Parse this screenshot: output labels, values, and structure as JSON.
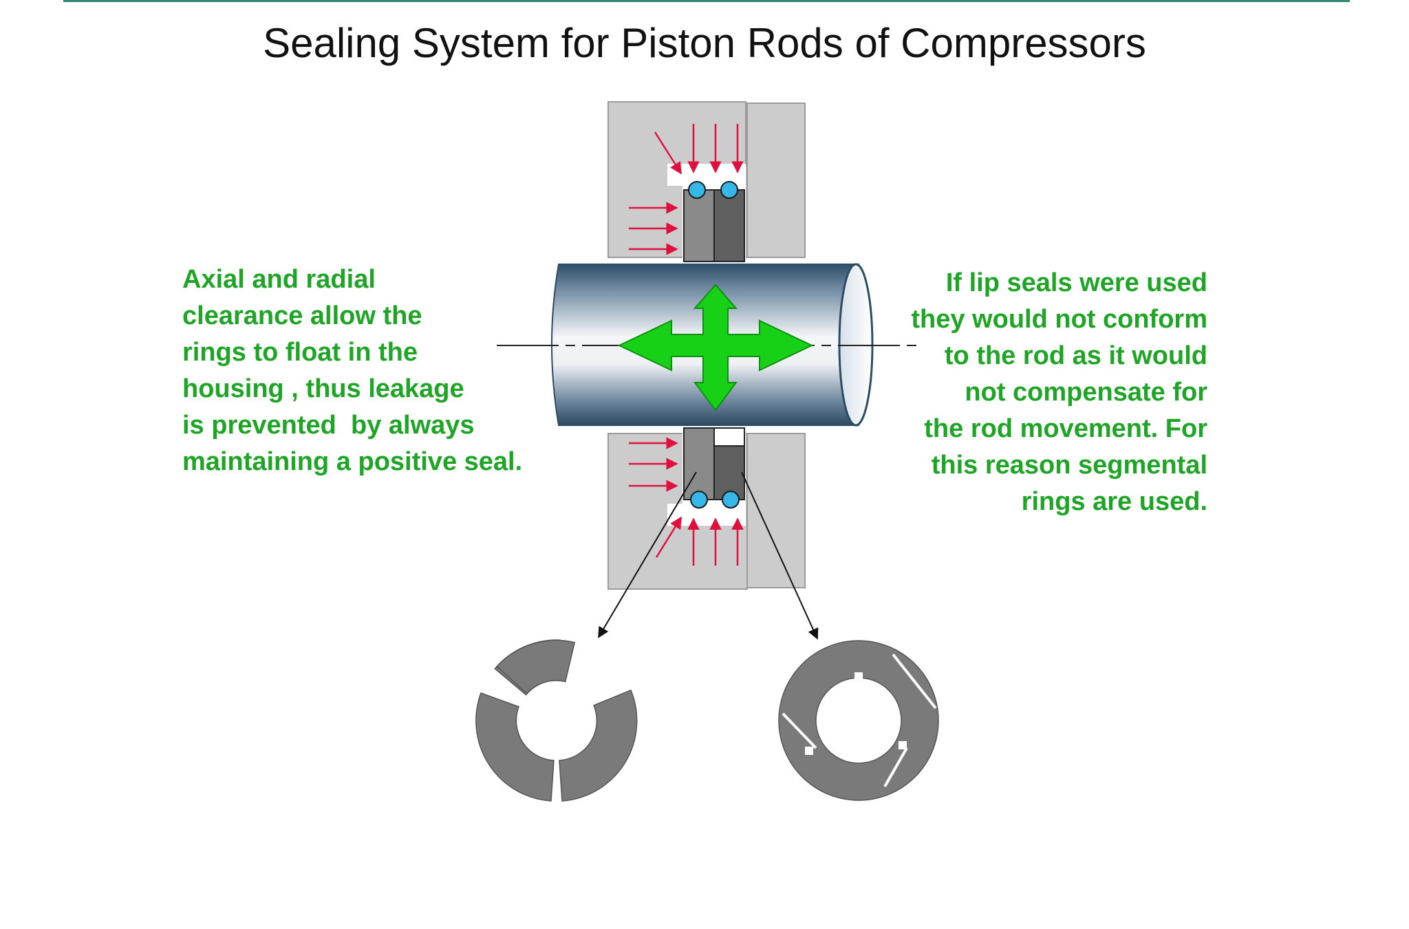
{
  "title": "Sealing System for Piston Rods of Compressors",
  "left_note": {
    "lines": [
      "Axial and radial",
      "clearance allow the",
      "rings to float in the",
      "housing , thus leakage",
      "is prevented  by always",
      "maintaining a positive seal."
    ]
  },
  "right_note": {
    "lines": [
      "If lip seals were used",
      "they would not conform",
      "to the rod as it would",
      "not compensate for",
      "the rod movement. For",
      "this reason segmental",
      "rings are used."
    ]
  },
  "colors": {
    "note_text": "#1fa526",
    "housing": "#cccccc",
    "ring_dark": "#5f5f5f",
    "ring_mid": "#8a8a8a",
    "segment_ring": "#7a7a7a",
    "oring": "#35b8e8",
    "pressure_arrow": "#e0103c",
    "movement_arrow": "#17d117",
    "rod": "#3a5f7a"
  },
  "icons": [
    "pressure-arrow",
    "movement-arrow",
    "o-ring",
    "segmented-ring"
  ]
}
